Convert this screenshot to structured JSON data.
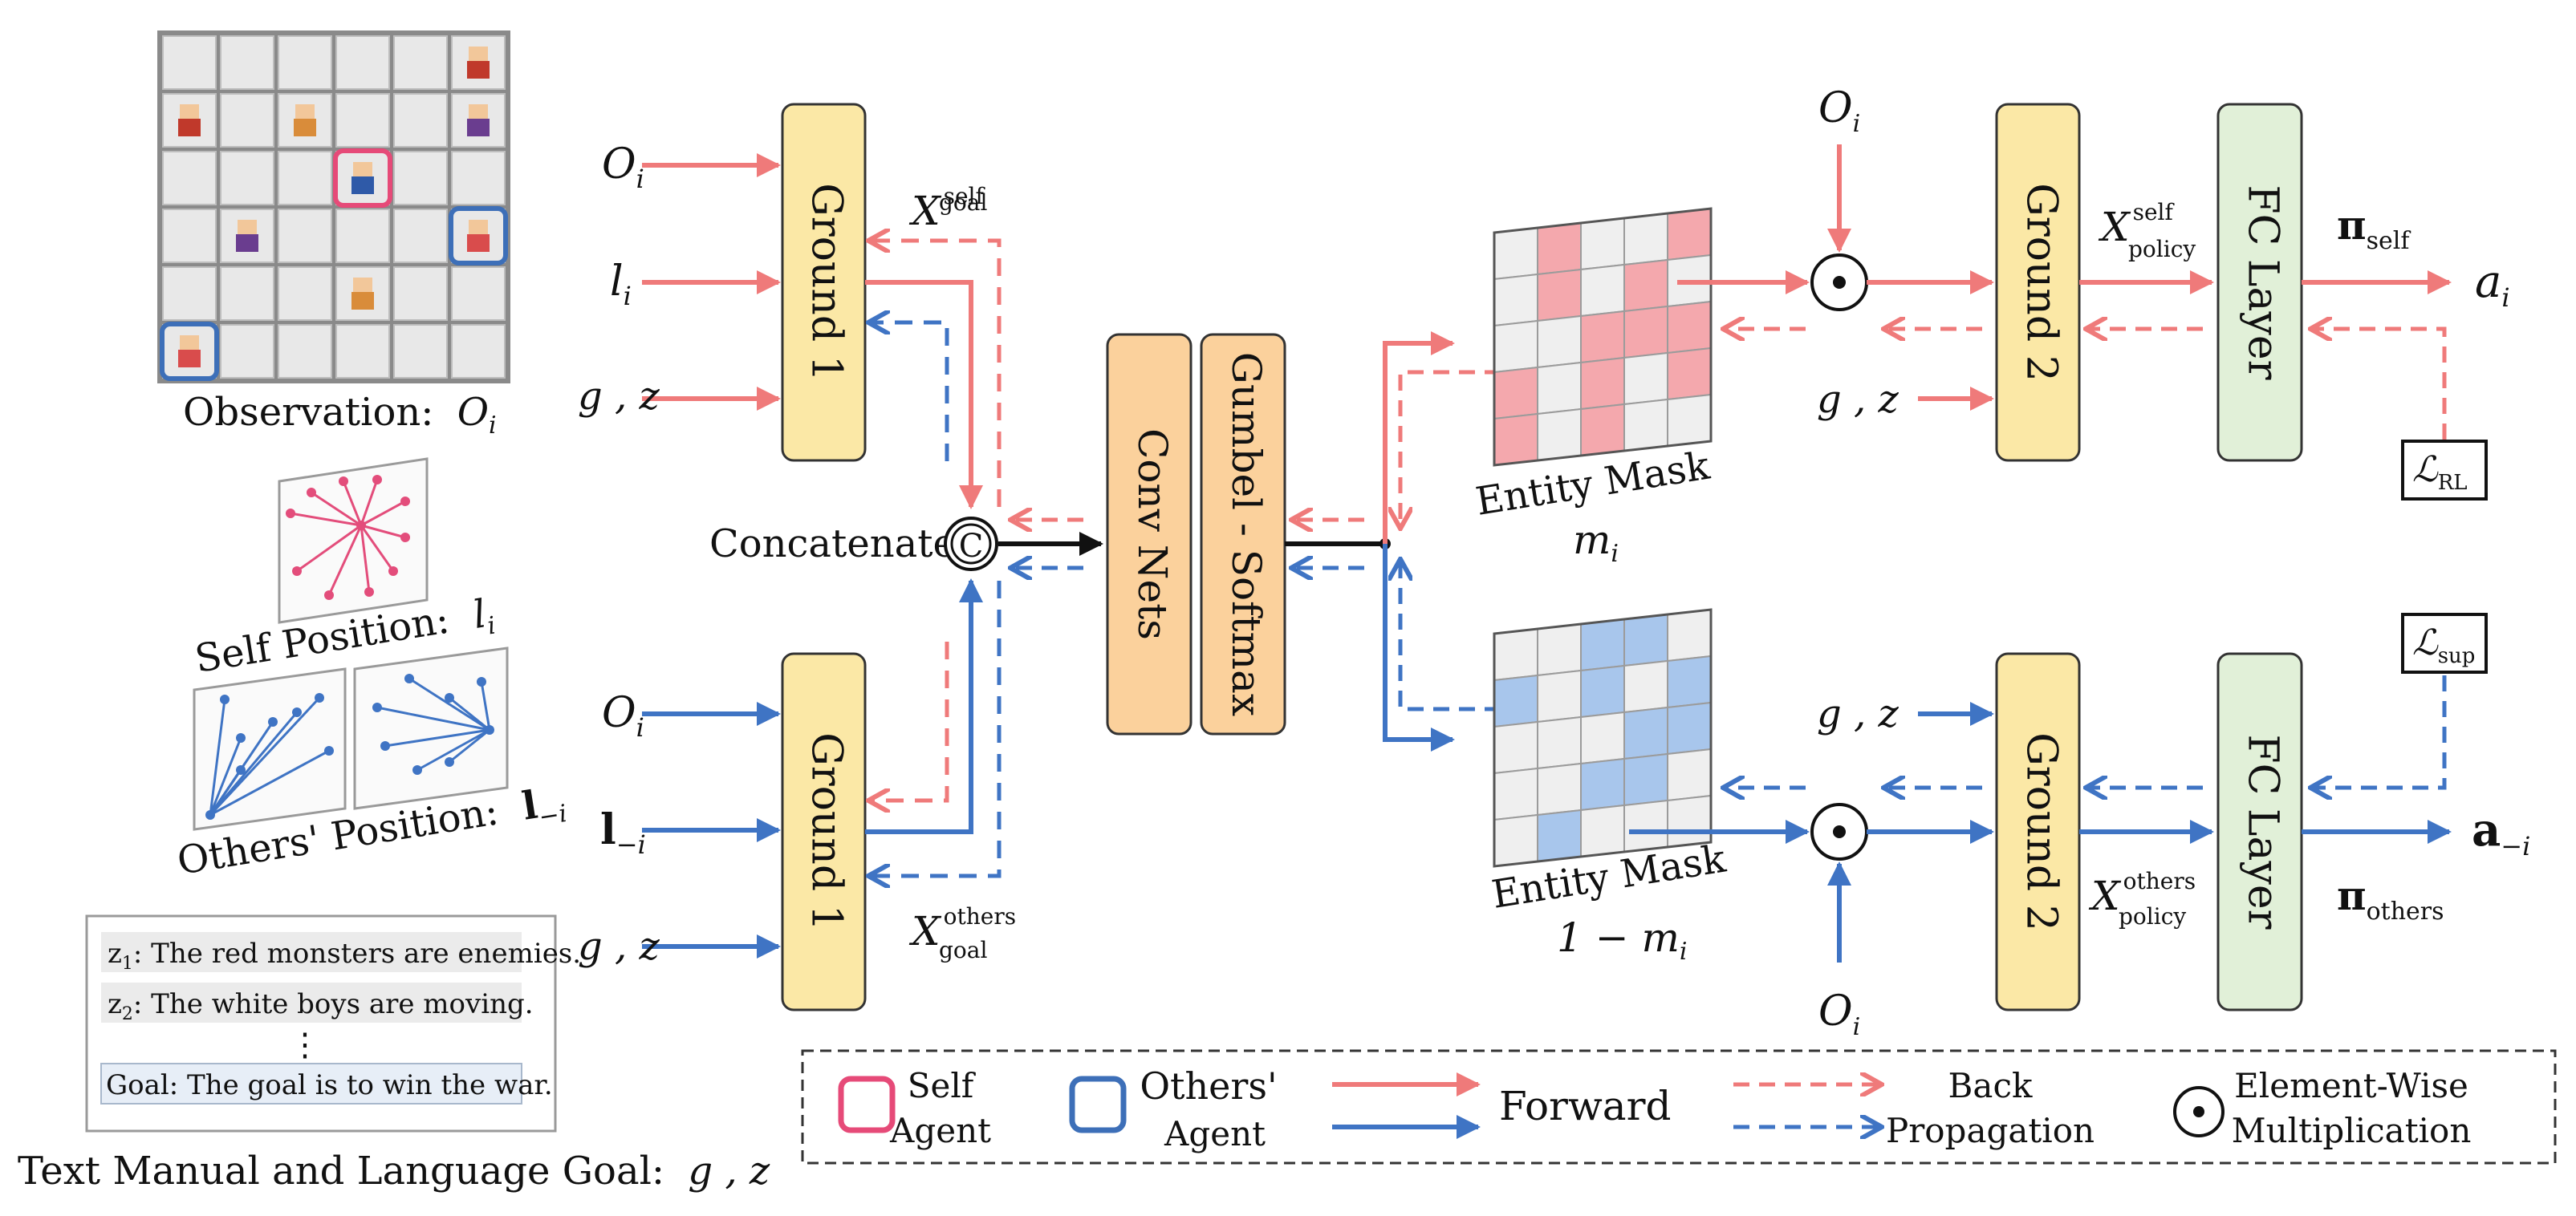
{
  "colors": {
    "self_red": "#ef7a7a",
    "others_blue": "#3f74c4",
    "ground_fill": "#fbe8a6",
    "conv_fill": "#fbd19c",
    "fc_fill": "#e1f0d8",
    "mask_red": "#f4a8ad",
    "mask_blue": "#a8c6ec",
    "self_agent_border": "#e64a78",
    "others_agent_border": "#3d6fb8"
  },
  "left": {
    "observation_label": "Observation:",
    "observation_var": "O",
    "observation_sub": "i",
    "self_position_label": "Self  Position:",
    "self_position_var": "l",
    "self_position_sub": "i",
    "others_position_label": "Others'  Position:",
    "others_position_var": "l",
    "others_position_sub": "−i",
    "manual": {
      "lines": [
        {
          "prefix": "z",
          "sub": "1",
          "text": ": The red monsters are enemies."
        },
        {
          "prefix": "z",
          "sub": "2",
          "text": ": The white boys are moving."
        }
      ],
      "ellipsis": "⋮",
      "goal": "Goal: The goal is to win the war."
    },
    "manual_caption": "Text Manual and Language Goal:",
    "manual_caption_var": "g , z"
  },
  "inputs": {
    "top": [
      {
        "var": "O",
        "sub": "i"
      },
      {
        "var": "l",
        "sub": "i"
      },
      {
        "var": "g , z",
        "sub": ""
      }
    ],
    "bottom": [
      {
        "var": "O",
        "sub": "i"
      },
      {
        "var": "l",
        "sub": "−i"
      },
      {
        "var": "g , z",
        "sub": ""
      }
    ]
  },
  "blocks": {
    "ground1_top": "Ground 1",
    "ground1_bottom": "Ground 1",
    "conv": "Conv Nets",
    "gumbel": "Gumbel - Softmax",
    "ground2_top": "Ground 2",
    "ground2_bottom": "Ground 2",
    "fc_top": "FC Layer",
    "fc_bottom": "FC Layer",
    "concat_label": "Concatenate",
    "concat_symbol": "C"
  },
  "vars": {
    "x_goal_self": {
      "main": "X",
      "sup": "self",
      "sub": "goal"
    },
    "x_goal_others": {
      "main": "X",
      "sup": "others",
      "sub": "goal"
    },
    "x_policy_self": {
      "main": "X",
      "sup": "self",
      "sub": "policy"
    },
    "x_policy_others": {
      "main": "X",
      "sup": "others",
      "sub": "policy"
    },
    "pi_self": {
      "main": "π",
      "sub": "self"
    },
    "pi_others": {
      "main": "π",
      "sub": "others"
    },
    "a_self": {
      "main": "a",
      "sub": "i"
    },
    "a_others": {
      "main": "a",
      "sub": "−i"
    },
    "loss_rl": {
      "main": "ℒ",
      "sub": "RL"
    },
    "loss_sup": {
      "main": "ℒ",
      "sub": "sup"
    },
    "o_top": {
      "main": "O",
      "sub": "i"
    },
    "o_bottom": {
      "main": "O",
      "sub": "i"
    },
    "gz_top": "g , z",
    "gz_bottom": "g , z"
  },
  "masks": {
    "top_label": "Entity Mask",
    "top_var": "m",
    "top_sub": "i",
    "bottom_label": "Entity Mask",
    "bottom_var_prefix": "1 − m",
    "bottom_sub": "i"
  },
  "legend": {
    "self_agent": [
      "Self",
      "Agent"
    ],
    "others_agent": [
      "Others'",
      "Agent"
    ],
    "forward": "Forward",
    "back": [
      "Back",
      "Propagation"
    ],
    "elementwise": [
      "Element-Wise",
      "Multiplication"
    ]
  }
}
